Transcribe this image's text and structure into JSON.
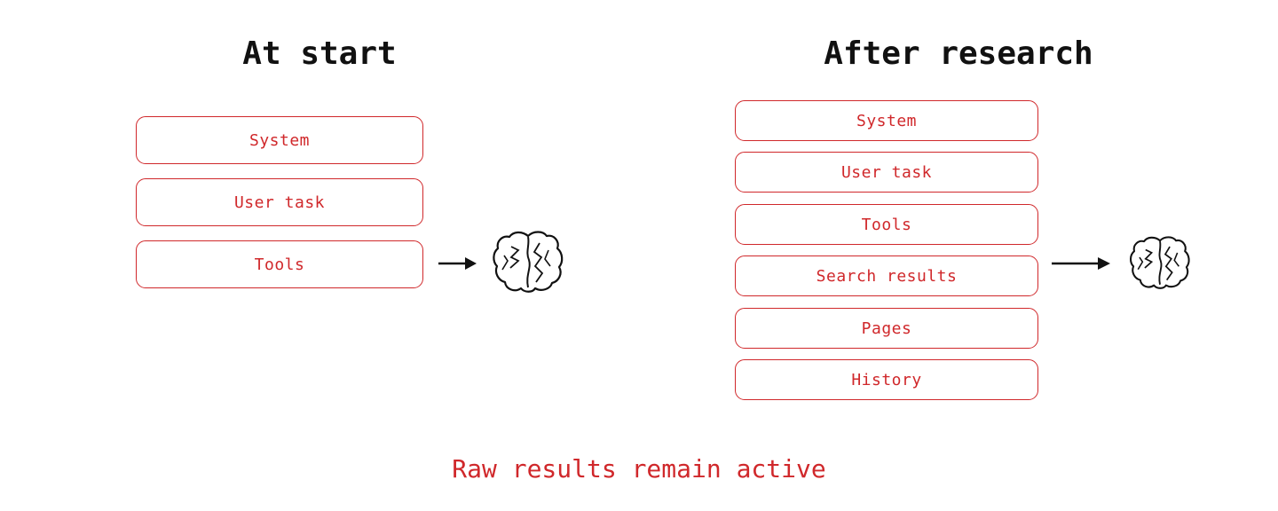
{
  "left_panel": {
    "title": "At start",
    "items": [
      {
        "label": "System"
      },
      {
        "label": "User task"
      },
      {
        "label": "Tools"
      }
    ],
    "brain_icon": "brain-icon"
  },
  "right_panel": {
    "title": "After research",
    "items": [
      {
        "label": "System"
      },
      {
        "label": "User task"
      },
      {
        "label": "Tools"
      },
      {
        "label": "Search results"
      },
      {
        "label": "Pages"
      },
      {
        "label": "History"
      }
    ],
    "brain_icon": "brain-icon"
  },
  "caption": "Raw results remain active",
  "colors": {
    "accent": "#d0282b",
    "ink": "#111111"
  }
}
